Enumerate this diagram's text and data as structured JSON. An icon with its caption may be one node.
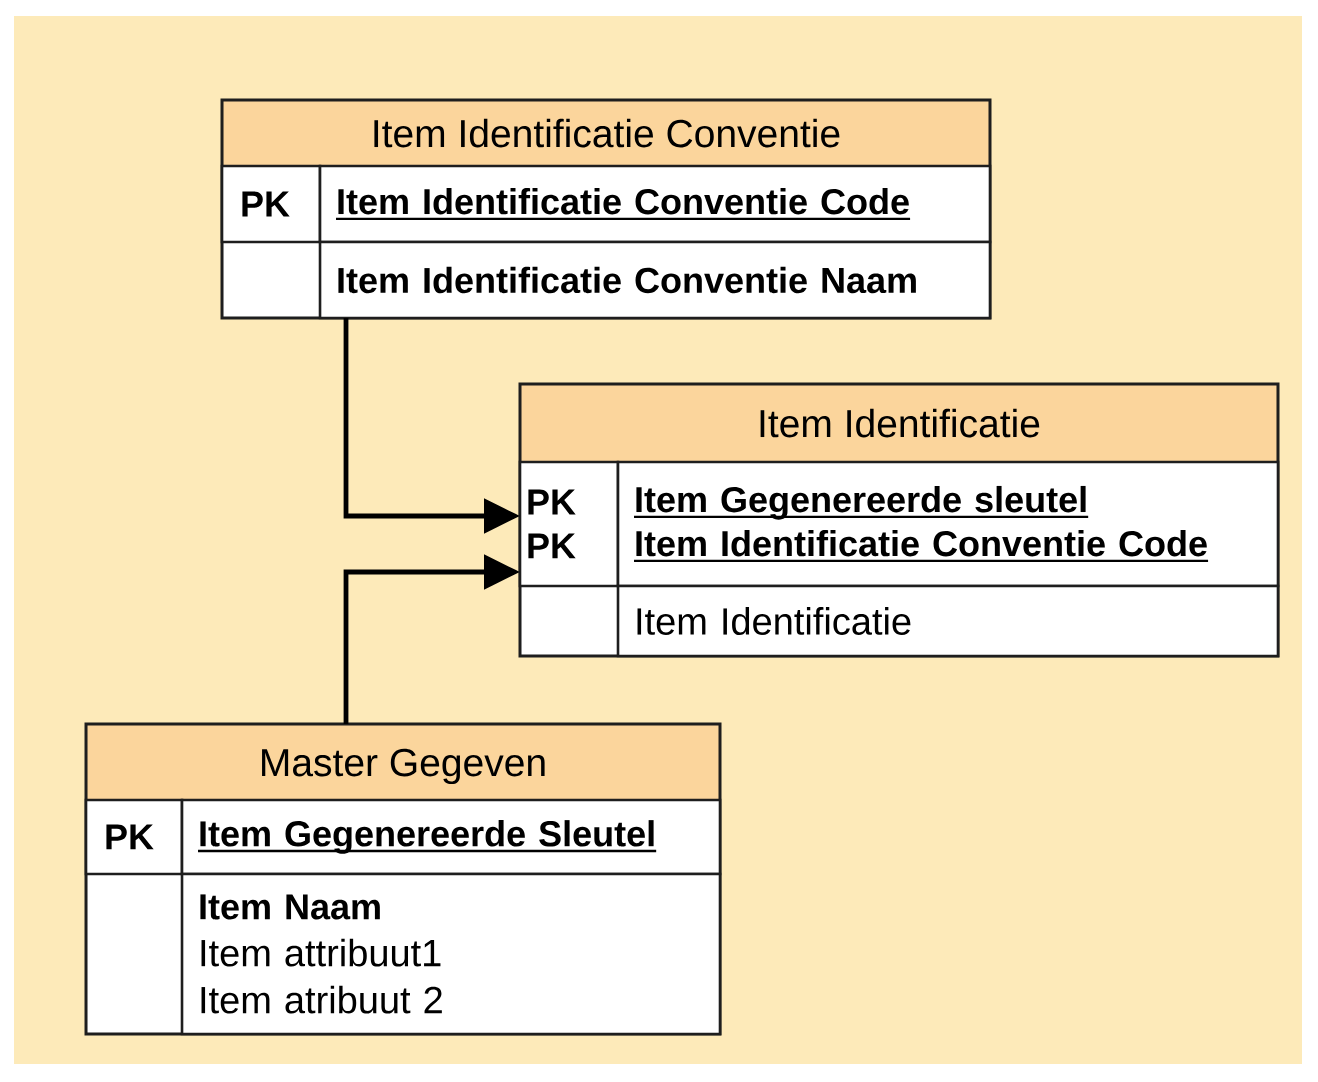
{
  "diagram": {
    "nodes": [
      {
        "text": [
          "Item Identificatie Conventie"
        ]
      },
      {
        "text": [
          "PK"
        ],
        "in": 0
      },
      {
        "text": [
          "Item Identificatie Conventie Code"
        ],
        "in": 0
      },
      {
        "text": [
          "Item Identificatie Conventie Naam"
        ],
        "in": 0
      },
      {
        "text": [
          "Item Identificatie"
        ]
      },
      {
        "text": [
          "PK",
          "PK"
        ],
        "in": 4
      },
      {
        "text": [
          "Item Gegenereerde sleutel",
          "Item Identificatie Conventie Code"
        ],
        "in": 4
      },
      {
        "text": [
          "Item Identificatie"
        ],
        "in": 4
      },
      {
        "text": [
          "Master Gegeven"
        ]
      },
      {
        "text": [
          "PK"
        ],
        "in": 8
      },
      {
        "text": [
          "Item Gegenereerde Sleutel"
        ],
        "in": 8
      },
      {
        "text": [
          "Item Naam",
          "Item attribuut1",
          "Item atribuut 2"
        ],
        "in": 8
      }
    ],
    "edges": [
      {
        "from": 0,
        "to": 4,
        "arrow": "to"
      },
      {
        "from": 8,
        "to": 4,
        "arrow": "to"
      }
    ]
  }
}
